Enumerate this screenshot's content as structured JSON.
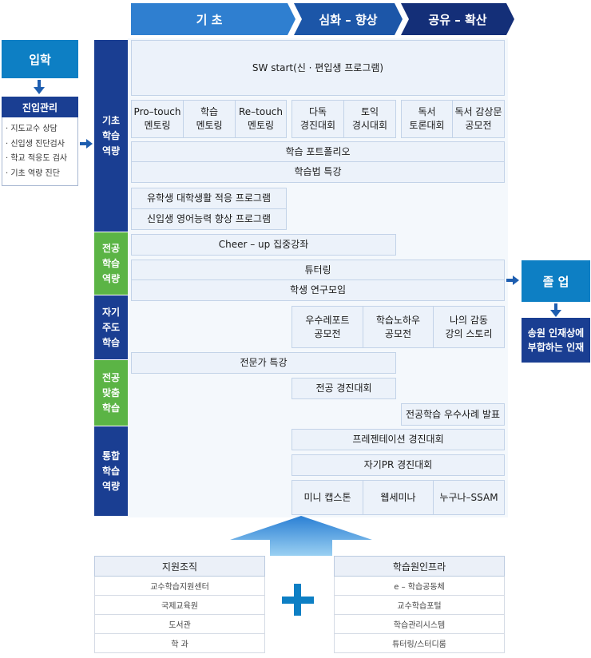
{
  "phases": [
    "기 초",
    "심화 – 향상",
    "공유 – 확산"
  ],
  "entry": {
    "admission": "입학",
    "management_title": "진입관리",
    "management_items": [
      "· 지도교수 상담",
      "· 신입생 진단검사",
      "· 학교 적응도 검사",
      "· 기초 역량 진단"
    ]
  },
  "categories": [
    "기초\n학습\n역량",
    "전공\n학습\n역량",
    "자기\n주도\n학습",
    "전공\n맞춤\n학습",
    "통합\n학습\n역량"
  ],
  "programs": {
    "sw_start": "SW start(신 · 편입생 프로그램)",
    "pro_touch": "Pro–touch\n멘토링",
    "study_mentoring": "학습\n멘토링",
    "re_touch": "Re–touch\n멘토링",
    "reading_contest": "다독\n경진대회",
    "toeic_contest": "토익\n경시대회",
    "reading_debate": "독서\n토론대회",
    "review_contest": "독서 감상문\n공모전",
    "portfolio": "학습 포트폴리오",
    "lecture": "학습법 특강",
    "intl_program": "유학생 대학생활 적응 프로그램",
    "english_program": "신입생 영어능력 향상 프로그램",
    "cheer_up": "Cheer – up 집중강좌",
    "tutoring": "튜터링",
    "study_group": "학생 연구모임",
    "report_contest": "우수레포트\n공모전",
    "knowhow_contest": "학습노하우\n공모전",
    "story": "나의 감동\n강의 스토리",
    "expert_lecture": "전문가 특강",
    "major_contest": "전공 경진대회",
    "major_case": "전공학습 우수사례 발표",
    "presentation": "프레젠테이션 경진대회",
    "pr_contest": "자기PR 경진대회",
    "mini_capstone": "미니 캡스톤",
    "webinar": "웹세미나",
    "ssam": "누구나–SSAM"
  },
  "outcome": {
    "graduation": "졸 업",
    "talent": "송원 인재상에\n부합하는 인재"
  },
  "support": {
    "title": "지원조직",
    "items": [
      "교수학습지원센터",
      "국제교육원",
      "도서관",
      "학    과"
    ]
  },
  "infra": {
    "title": "학습원인프라",
    "items": [
      "e – 학습공동체",
      "교수학습포털",
      "학습관리시스템",
      "튜터링/스터디룸"
    ]
  },
  "colors": {
    "navy": "#1a3e92",
    "blue": "#0d7fc4",
    "green": "#5bb445",
    "light_blue": "#ecf2fa"
  }
}
